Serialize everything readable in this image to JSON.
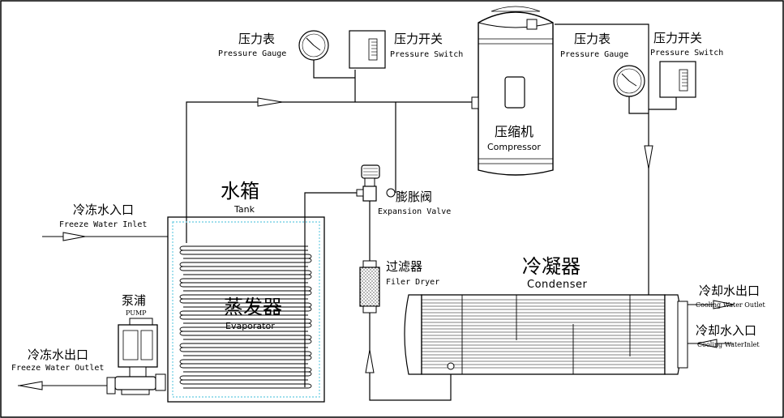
{
  "labels": {
    "gauge_left_zh": "压力表",
    "gauge_left_en": "Pressure Gauge",
    "switch_left_zh": "压力开关",
    "switch_left_en": "Pressure Switch",
    "gauge_right_zh": "压力表",
    "gauge_right_en": "Pressure Gauge",
    "switch_right_zh": "压力开关",
    "switch_right_en": "Pressure Switch",
    "compressor_zh": "压缩机",
    "compressor_en": "Compressor",
    "tank_zh": "水箱",
    "tank_en": "Tank",
    "expansion_zh": "膨胀阀",
    "expansion_en": "Expansion Valve",
    "freeze_inlet_zh": "冷冻水入口",
    "freeze_inlet_en": "Freeze Water Inlet",
    "filter_zh": "过滤器",
    "filter_en": "Filer Dryer",
    "condenser_zh": "冷凝器",
    "condenser_en": "Condenser",
    "cooling_outlet_zh": "冷却水出口",
    "cooling_outlet_en": "Cooling Water Outlet",
    "cooling_inlet_zh": "冷却水入口",
    "cooling_inlet_en": "Cooling WaterInlet",
    "pump_zh": "泵浦",
    "pump_en": "PUMP",
    "evaporator_zh": "蒸发器",
    "evaporator_en": "Evaporator",
    "freeze_outlet_zh": "冷冻水出口",
    "freeze_outlet_en": "Freeze Water Outlet"
  },
  "colors": {
    "line": "#000000",
    "tank_water": "#7fd4e6",
    "frame": "#000000"
  }
}
